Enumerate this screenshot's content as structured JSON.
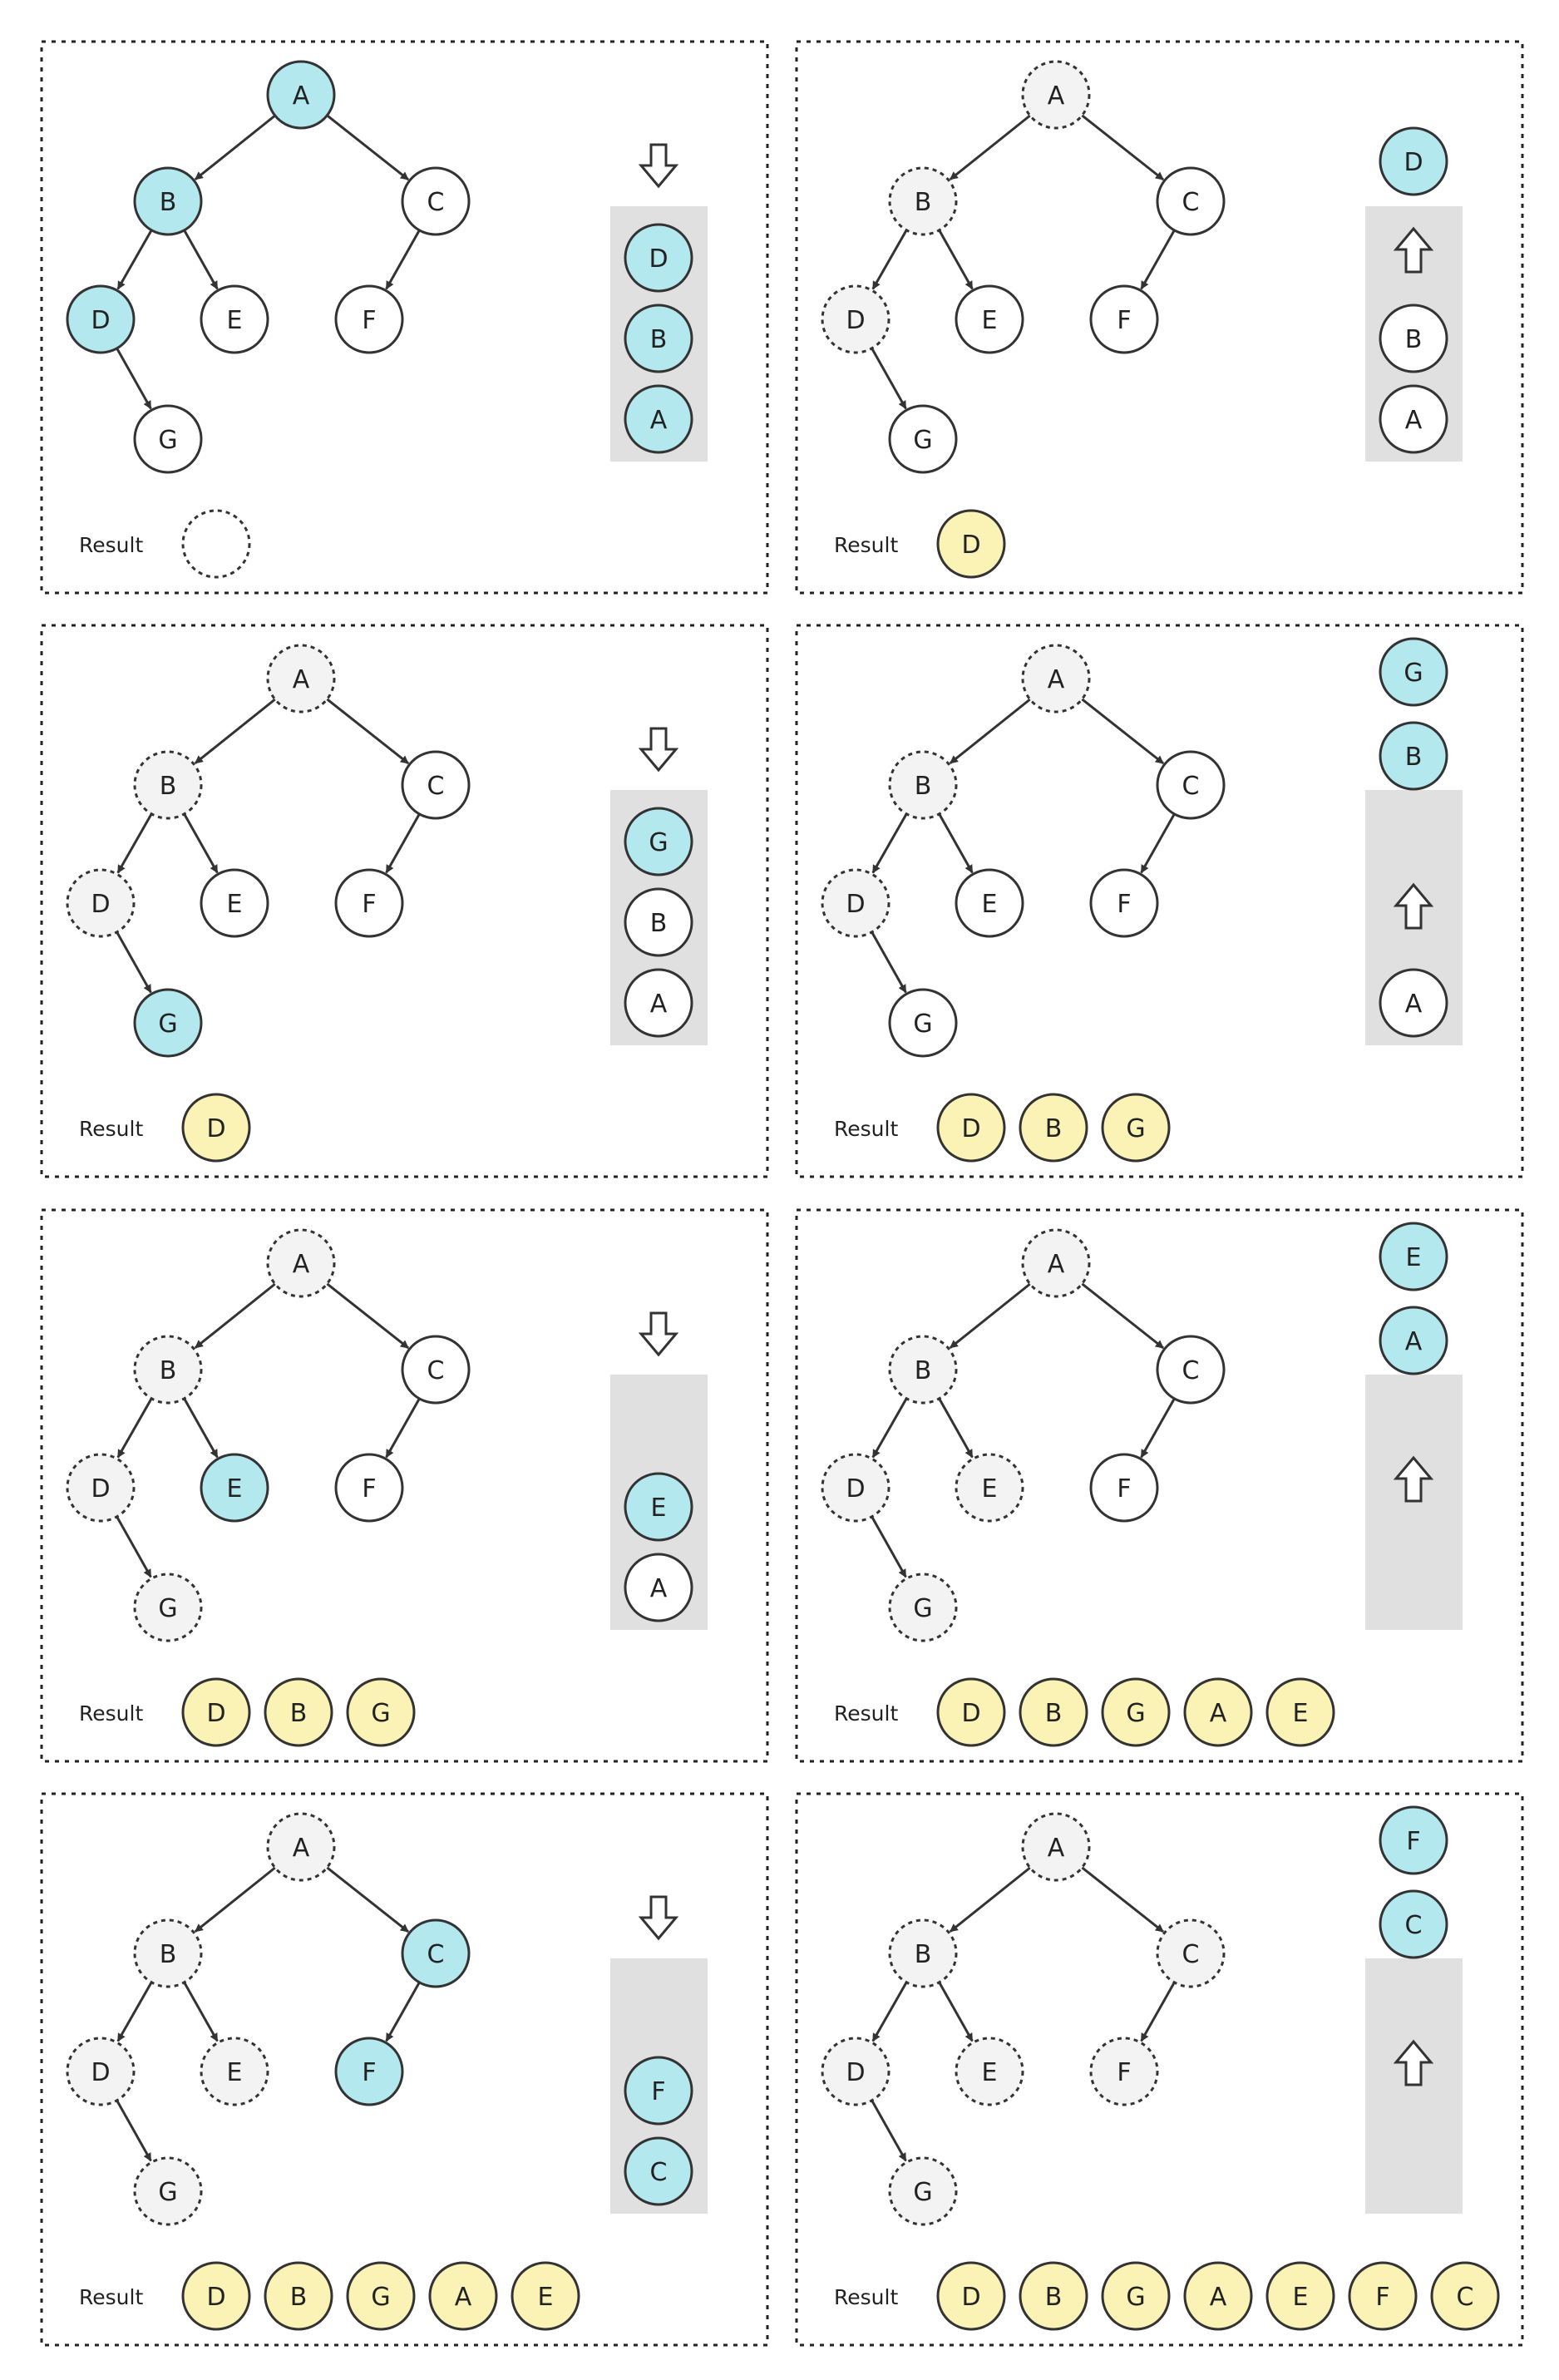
{
  "result_label": "Result",
  "colors": {
    "active": "#b3e8ef",
    "visited": "#f3f3f3",
    "result": "#fbf3b6",
    "stack": "#e0e0e0",
    "stroke": "#333333"
  },
  "tree": {
    "nodes": [
      "A",
      "B",
      "C",
      "D",
      "E",
      "F",
      "G"
    ],
    "edges": [
      [
        "A",
        "B"
      ],
      [
        "A",
        "C"
      ],
      [
        "B",
        "D"
      ],
      [
        "B",
        "E"
      ],
      [
        "C",
        "F"
      ],
      [
        "D",
        "G"
      ]
    ]
  },
  "panels": [
    {
      "visited": [],
      "active": [
        "A",
        "B",
        "D"
      ],
      "push": true,
      "stack": [
        {
          "label": "D",
          "active": true
        },
        {
          "label": "B",
          "active": true
        },
        {
          "label": "A",
          "active": true
        }
      ],
      "popped": [],
      "result": []
    },
    {
      "visited": [
        "A",
        "B",
        "D"
      ],
      "active": [],
      "push": false,
      "stack": [
        {
          "label": "B",
          "active": false
        },
        {
          "label": "A",
          "active": false
        }
      ],
      "popped": [
        "D"
      ],
      "result": [
        "D"
      ]
    },
    {
      "visited": [
        "A",
        "B",
        "D"
      ],
      "active": [
        "G"
      ],
      "push": true,
      "stack": [
        {
          "label": "G",
          "active": true
        },
        {
          "label": "B",
          "active": false
        },
        {
          "label": "A",
          "active": false
        }
      ],
      "popped": [],
      "result": [
        "D"
      ]
    },
    {
      "visited": [
        "A",
        "B",
        "D"
      ],
      "active": [],
      "push": false,
      "stack": [
        {
          "label": "A",
          "active": false
        }
      ],
      "popped": [
        "G",
        "B"
      ],
      "result": [
        "D",
        "B",
        "G"
      ]
    },
    {
      "visited": [
        "A",
        "B",
        "D",
        "G"
      ],
      "active": [
        "E"
      ],
      "push": true,
      "stack": [
        {
          "label": "E",
          "active": true
        },
        {
          "label": "A",
          "active": false
        }
      ],
      "popped": [],
      "result": [
        "D",
        "B",
        "G"
      ]
    },
    {
      "visited": [
        "A",
        "B",
        "D",
        "G",
        "E"
      ],
      "active": [],
      "push": false,
      "stack": [],
      "popped": [
        "E",
        "A"
      ],
      "result": [
        "D",
        "B",
        "G",
        "A",
        "E"
      ]
    },
    {
      "visited": [
        "A",
        "B",
        "D",
        "G",
        "E"
      ],
      "active": [
        "C",
        "F"
      ],
      "push": true,
      "stack": [
        {
          "label": "F",
          "active": true
        },
        {
          "label": "C",
          "active": true
        }
      ],
      "popped": [],
      "result": [
        "D",
        "B",
        "G",
        "A",
        "E"
      ]
    },
    {
      "visited": [
        "A",
        "B",
        "D",
        "G",
        "E",
        "C",
        "F"
      ],
      "active": [],
      "push": false,
      "stack": [],
      "popped": [
        "F",
        "C"
      ],
      "result": [
        "D",
        "B",
        "G",
        "A",
        "E",
        "F",
        "C"
      ]
    }
  ]
}
